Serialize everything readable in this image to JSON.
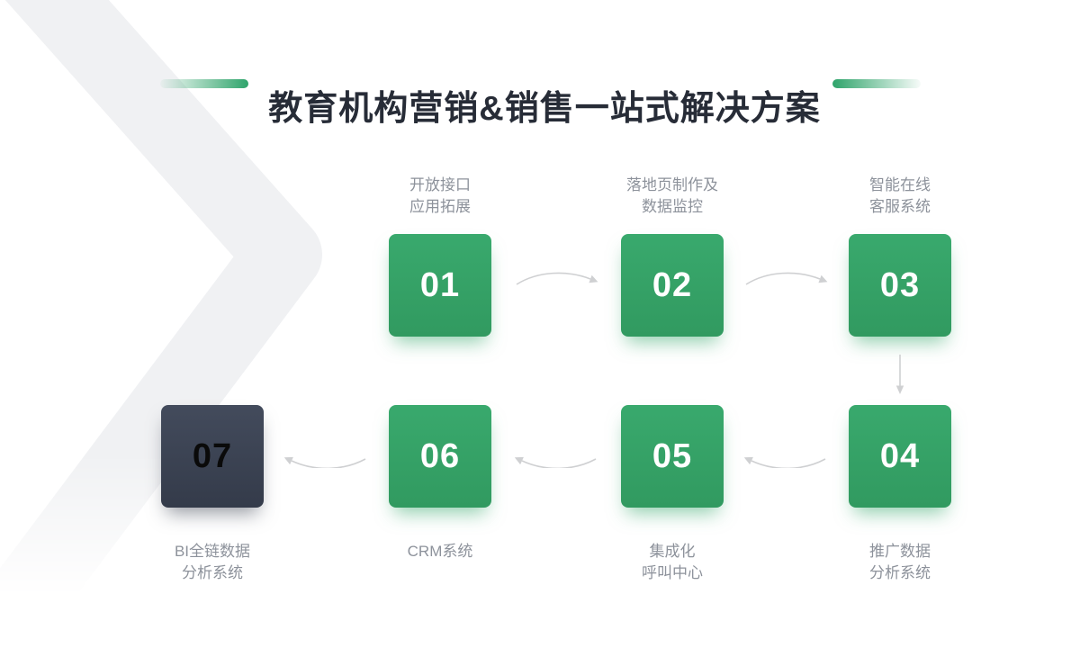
{
  "title": {
    "text": "教育机构营销&销售一站式解决方案"
  },
  "colors": {
    "accent_green": "#35a266",
    "dark_square": "#3d4456",
    "title_dark": "#272c37",
    "label_gray": "#8d929b",
    "arrow_gray": "#cfd0d2",
    "chevron_gray": "#f0f1f3"
  },
  "steps": [
    {
      "number": "01",
      "label_lines": [
        "开放接口",
        "应用拓展"
      ],
      "variant": "green",
      "label_position": "above"
    },
    {
      "number": "02",
      "label_lines": [
        "落地页制作及",
        "数据监控"
      ],
      "variant": "green",
      "label_position": "above"
    },
    {
      "number": "03",
      "label_lines": [
        "智能在线",
        "客服系统"
      ],
      "variant": "green",
      "label_position": "above"
    },
    {
      "number": "04",
      "label_lines": [
        "推广数据",
        "分析系统"
      ],
      "variant": "green",
      "label_position": "below"
    },
    {
      "number": "05",
      "label_lines": [
        "集成化",
        "呼叫中心"
      ],
      "variant": "green",
      "label_position": "below"
    },
    {
      "number": "06",
      "label_lines": [
        "CRM系统"
      ],
      "variant": "green",
      "label_position": "below"
    },
    {
      "number": "07",
      "label_lines": [
        "BI全链数据",
        "分析系统"
      ],
      "variant": "dark",
      "label_position": "below"
    }
  ],
  "flow": {
    "sequence": [
      "01",
      "02",
      "03",
      "04",
      "05",
      "06",
      "07"
    ],
    "arrows": [
      {
        "from": "01",
        "to": "02",
        "shape": "arc-up",
        "direction": "right"
      },
      {
        "from": "02",
        "to": "03",
        "shape": "arc-up",
        "direction": "right"
      },
      {
        "from": "03",
        "to": "04",
        "shape": "straight",
        "direction": "down"
      },
      {
        "from": "04",
        "to": "05",
        "shape": "arc-down",
        "direction": "left"
      },
      {
        "from": "05",
        "to": "06",
        "shape": "arc-down",
        "direction": "left"
      },
      {
        "from": "06",
        "to": "07",
        "shape": "arc-down",
        "direction": "left"
      }
    ]
  },
  "icons": {
    "background": "chevron-right-icon",
    "forward_arrow": "curved-arrow-right-icon",
    "down_arrow": "arrow-down-icon",
    "backward_arrow": "curved-arrow-left-icon"
  }
}
